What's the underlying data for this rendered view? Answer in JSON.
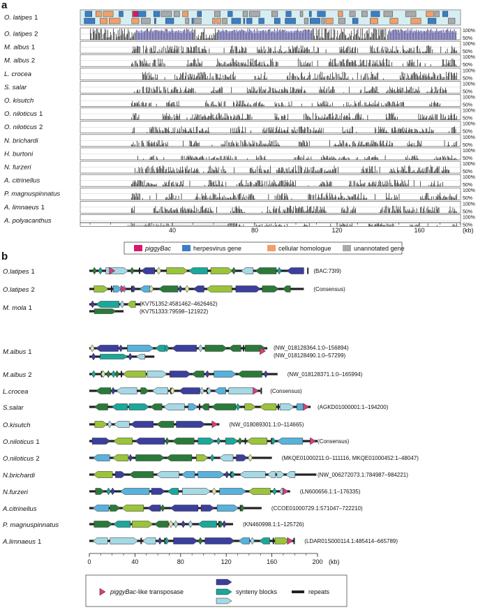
{
  "panel_a": {
    "label": "a",
    "rows": [
      {
        "name": "O. latipes",
        "num": "1",
        "highlight": true
      },
      {
        "name": "O. latipes",
        "num": "2",
        "density": 1.0,
        "fill": true
      },
      {
        "name": "M. albus",
        "num": "1",
        "density": 0.7
      },
      {
        "name": "M. albus",
        "num": "2",
        "density": 0.75
      },
      {
        "name": "L. crocea",
        "num": "",
        "density": 0.75
      },
      {
        "name": "S. salar",
        "num": "",
        "density": 0.55
      },
      {
        "name": "O. kisutch",
        "num": "",
        "density": 0.45
      },
      {
        "name": "O. niloticus",
        "num": "1",
        "density": 0.6
      },
      {
        "name": "O. niloticus",
        "num": "2",
        "density": 0.55
      },
      {
        "name": "N. brichardi",
        "num": "",
        "density": 0.5
      },
      {
        "name": "H. burtoni",
        "num": "",
        "density": 0.25
      },
      {
        "name": "N. furzeri",
        "num": "",
        "density": 0.7
      },
      {
        "name": "A. citrinellus",
        "num": "",
        "density": 0.55
      },
      {
        "name": "P. magnuspinnatus",
        "num": "",
        "density": 0.6
      },
      {
        "name": "A. limnaeus",
        "num": "1",
        "density": 0.65
      },
      {
        "name": "A. polyacanthus",
        "num": "",
        "density": 0.05
      }
    ],
    "pct_labels": [
      "100%",
      "50%"
    ],
    "axis_ticks": [
      "40",
      "80",
      "120",
      "160"
    ],
    "axis_unit": "(kb)",
    "legend": [
      {
        "label": "piggyBac",
        "italic": true,
        "color": "#d6186f"
      },
      {
        "label": "herpesvirus gene",
        "italic": false,
        "color": "#3a7ec6"
      },
      {
        "label": "cellular homologue",
        "italic": false,
        "color": "#f0a06a"
      },
      {
        "label": "unannotated gene",
        "italic": false,
        "color": "#aaaaaa"
      }
    ]
  },
  "panel_b": {
    "label": "b",
    "rows": [
      {
        "name": "O.latipes",
        "num": "1",
        "acc": "(BAC:73I9)"
      },
      {
        "name": "O.latipes",
        "num": "2",
        "acc": "(Consensus)"
      },
      {
        "name": "M. mola",
        "num": "1",
        "acc": "(KV751352:4581462–4626462)",
        "acc2": "(KV751333:79598–121922)"
      },
      {
        "name": "M.albus",
        "num": "1",
        "acc": "(NW_018128364.1:0–156894)",
        "acc2": "(NW_018128490.1:0–57299)"
      },
      {
        "name": "M.albus",
        "num": "2",
        "acc": "(NW_018128371.1:0–165994)"
      },
      {
        "name": "L.crocea",
        "num": "",
        "acc": "(Consensus)"
      },
      {
        "name": "S.salar",
        "num": "",
        "acc": "(AGKD01000001:1–194200)"
      },
      {
        "name": "O.kisutch",
        "num": "",
        "acc": "(NW_018089301.1:0–114665)"
      },
      {
        "name": "O.niloticus",
        "num": "1",
        "acc": "(Consensus)"
      },
      {
        "name": "O.niloticus",
        "num": "2",
        "acc": "(MKQE01000211:0–111116, MKQE01000452:1–48047)"
      },
      {
        "name": "N.brichardi",
        "num": "",
        "acc": "(NW_006272073.1:784987–984221)"
      },
      {
        "name": "N.furzeri",
        "num": "",
        "acc": "(LN600656.1:1–176335)"
      },
      {
        "name": "A.citrinellus",
        "num": "",
        "acc": "(CCOE01000729.1:571047–722210)"
      },
      {
        "name": "P. magnuspinnatus",
        "num": "",
        "acc": "(KN460998.1:1–125726)"
      },
      {
        "name": "A.limnaeus",
        "num": "1",
        "acc": "(LDAR01S000114.1:485414–665789)"
      }
    ],
    "axis_ticks": [
      "0",
      "40",
      "80",
      "120",
      "160",
      "200"
    ],
    "axis_unit": "(kb)",
    "legend": {
      "transposase_italic": "piggyBac",
      "transposase_rest": "-like transposase",
      "synteny": "synteny blocks",
      "repeats": "repeats"
    }
  }
}
